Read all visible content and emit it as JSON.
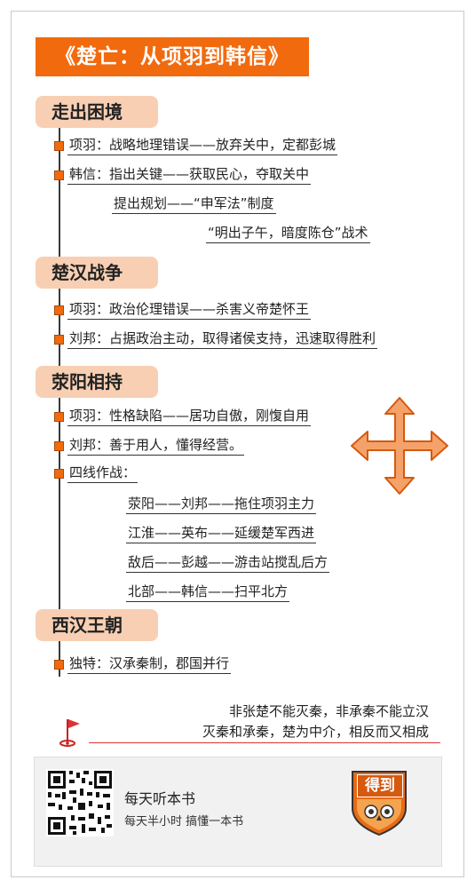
{
  "title": "《楚亡：从项羽到韩信》",
  "sections": [
    {
      "label": "走出困境"
    },
    {
      "label": "楚汉战争"
    },
    {
      "label": "荥阳相持"
    },
    {
      "label": "西汉王朝"
    }
  ],
  "s1": {
    "r1": "项羽：战略地理错误——放弃关中，定都彭城",
    "r2": "韩信：指出关键——获取民心，夺取关中",
    "r3": "提出规划——“申军法”制度",
    "r4": "“明出子午，暗度陈仓”战术"
  },
  "s2": {
    "r1": "项羽：政治伦理错误——杀害义帝楚怀王",
    "r2": "刘邦：占据政治主动，取得诸侯支持，迅速取得胜利"
  },
  "s3": {
    "r1": "项羽：性格缺陷——居功自傲，刚愎自用",
    "r2": "刘邦：善于用人，懂得经营。",
    "r3": "四线作战：",
    "l1": "荥阳——刘邦——拖住项羽主力",
    "l2": "江淮——英布——延缓楚军西进",
    "l3": "敌后——彭越——游击站搅乱后方",
    "l4": "北部——韩信——扫平北方"
  },
  "s4": {
    "r1": "独特：汉承秦制，郡国并行"
  },
  "quote": {
    "line1": "非张楚不能灭秦，非承秦不能立汉",
    "line2": "灭秦和承秦，楚为中介，相反而又相成"
  },
  "footer": {
    "title": "每天听本书",
    "subtitle": "每天半小时  搞懂一本书",
    "logo_text": "得到"
  },
  "colors": {
    "accent": "#f26a0e",
    "section_bg": "#f8cfb3",
    "quote_line": "#dd3333"
  },
  "icons": [
    "four-way-arrow-icon",
    "flag-icon",
    "qr-code-icon",
    "dedao-owl-logo-icon"
  ]
}
